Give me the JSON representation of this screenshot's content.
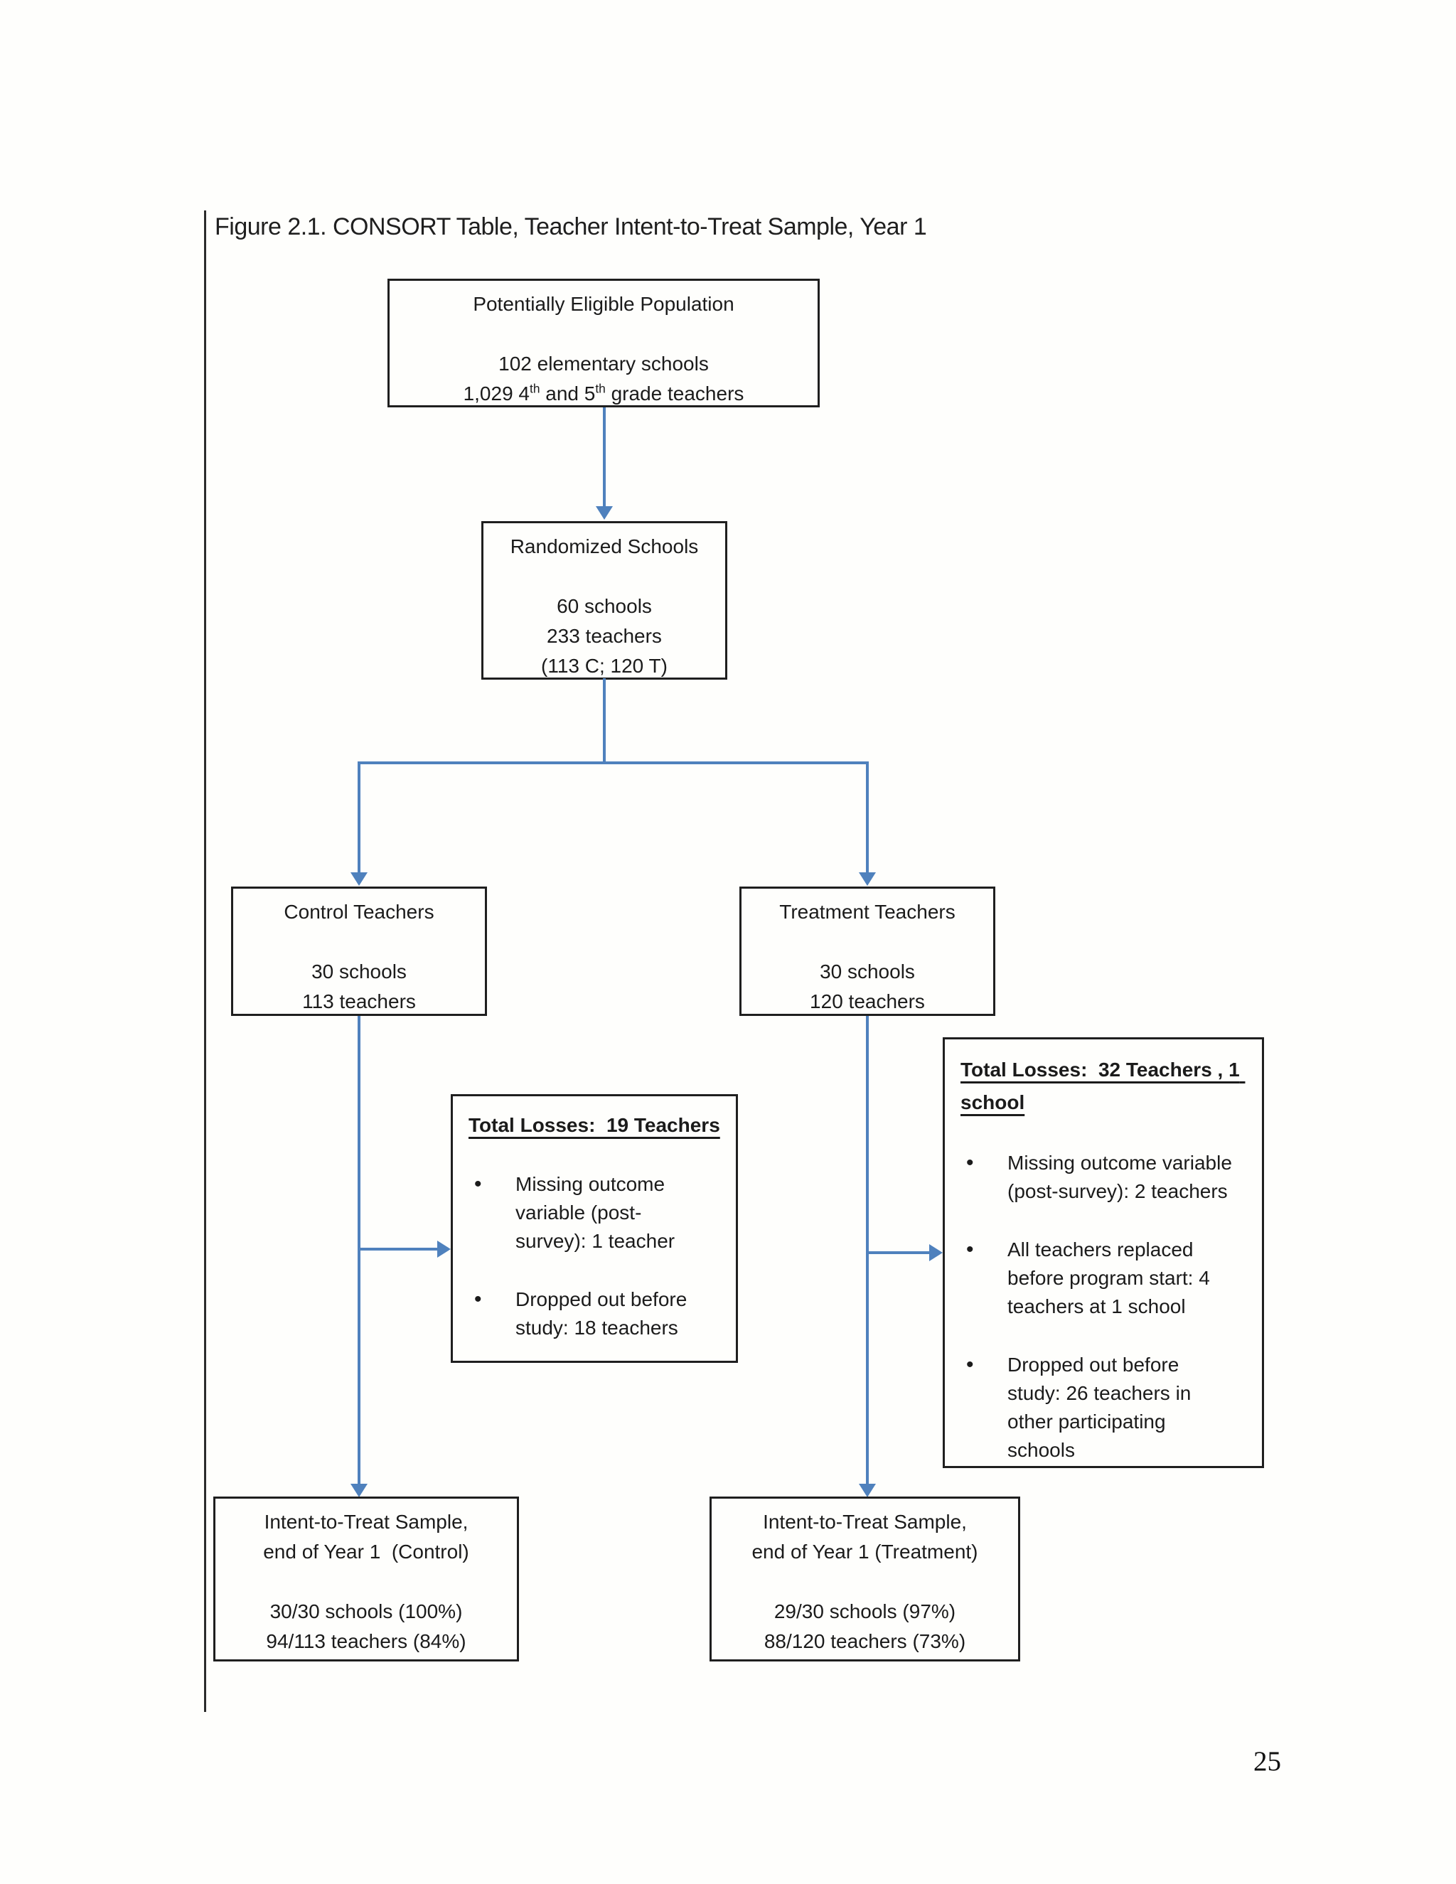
{
  "page": {
    "title": "Figure 2.1. CONSORT Table, Teacher Intent-to-Treat Sample, Year 1",
    "page_number": "25"
  },
  "colors": {
    "arrow_blue": "#4f81bd",
    "box_border": "#1f1f1f"
  },
  "flow": {
    "eligible": {
      "title": "Potentially Eligible Population",
      "schools": "102 elementary schools",
      "teachers_pre": "1,029 4",
      "teachers_sup1": "th",
      "teachers_mid": " and 5",
      "teachers_sup2": "th",
      "teachers_post": " grade teachers"
    },
    "randomized": {
      "title": "Randomized Schools",
      "line1": "60 schools",
      "line2": "233 teachers",
      "line3": "(113 C; 120 T)"
    },
    "control": {
      "title": "Control Teachers",
      "line1": "30 schools",
      "line2": "113 teachers"
    },
    "treatment": {
      "title": "Treatment Teachers",
      "line1": "30 schools",
      "line2": "120 teachers"
    },
    "losses_control": {
      "heading": "Total Losses:  19 Teachers",
      "bullets": [
        "Missing outcome variable (post-survey): 1 teacher",
        "Dropped out before study: 18 teachers"
      ]
    },
    "losses_treatment": {
      "heading": "Total Losses:  32 Teachers , 1 school",
      "bullets": [
        "Missing outcome variable (post-survey): 2 teachers",
        "All teachers replaced before program start: 4 teachers at 1 school",
        "Dropped out before study: 26 teachers in other participating schools"
      ]
    },
    "itt_control": {
      "title_line1": "Intent-to-Treat Sample,",
      "title_line2": "end of Year 1  (Control)",
      "line1": "30/30 schools (100%)",
      "line2": "94/113 teachers (84%)"
    },
    "itt_treatment": {
      "title_line1": "Intent-to-Treat Sample,",
      "title_line2": "end of Year 1 (Treatment)",
      "line1": "29/30 schools (97%)",
      "line2": "88/120 teachers (73%)"
    }
  }
}
